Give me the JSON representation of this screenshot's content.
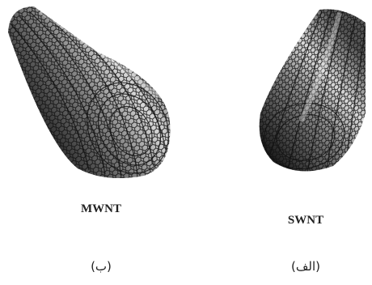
{
  "panels": [
    {
      "id": "mwnt",
      "label": "MWNT",
      "caption": "(ب)"
    },
    {
      "id": "swnt",
      "label": "SWNT",
      "caption": "(الف)"
    }
  ],
  "colors": {
    "lattice_dark": "#1a1a1a",
    "lattice_mid": "#6e6e6e",
    "lattice_light": "#d8d8d8",
    "background": "#ffffff"
  }
}
